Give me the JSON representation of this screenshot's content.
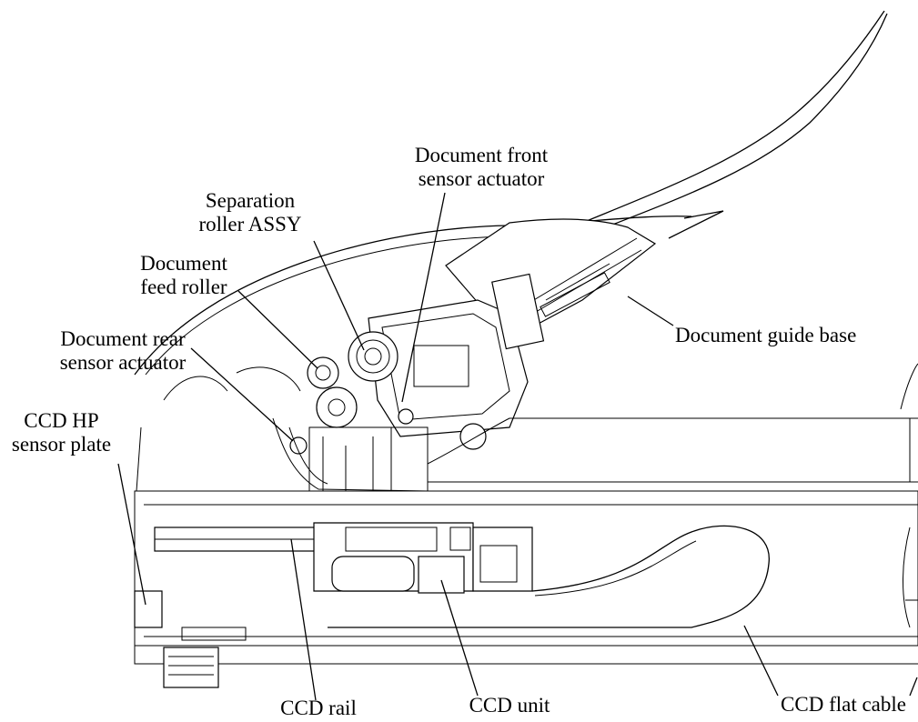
{
  "labels": {
    "doc_front_sensor_1": "Document front",
    "doc_front_sensor_2": "sensor actuator",
    "separation_roller_1": "Separation",
    "separation_roller_2": "roller ASSY",
    "doc_feed_roller_1": "Document",
    "doc_feed_roller_2": "feed roller",
    "doc_rear_sensor_1": "Document rear",
    "doc_rear_sensor_2": "sensor actuator",
    "ccd_hp_1": "CCD HP",
    "ccd_hp_2": "sensor plate",
    "doc_guide_base": "Document guide base",
    "ccd_unit": "CCD unit",
    "ccd_rail": "CCD rail",
    "ccd_flat_cable": "CCD flat cable"
  }
}
